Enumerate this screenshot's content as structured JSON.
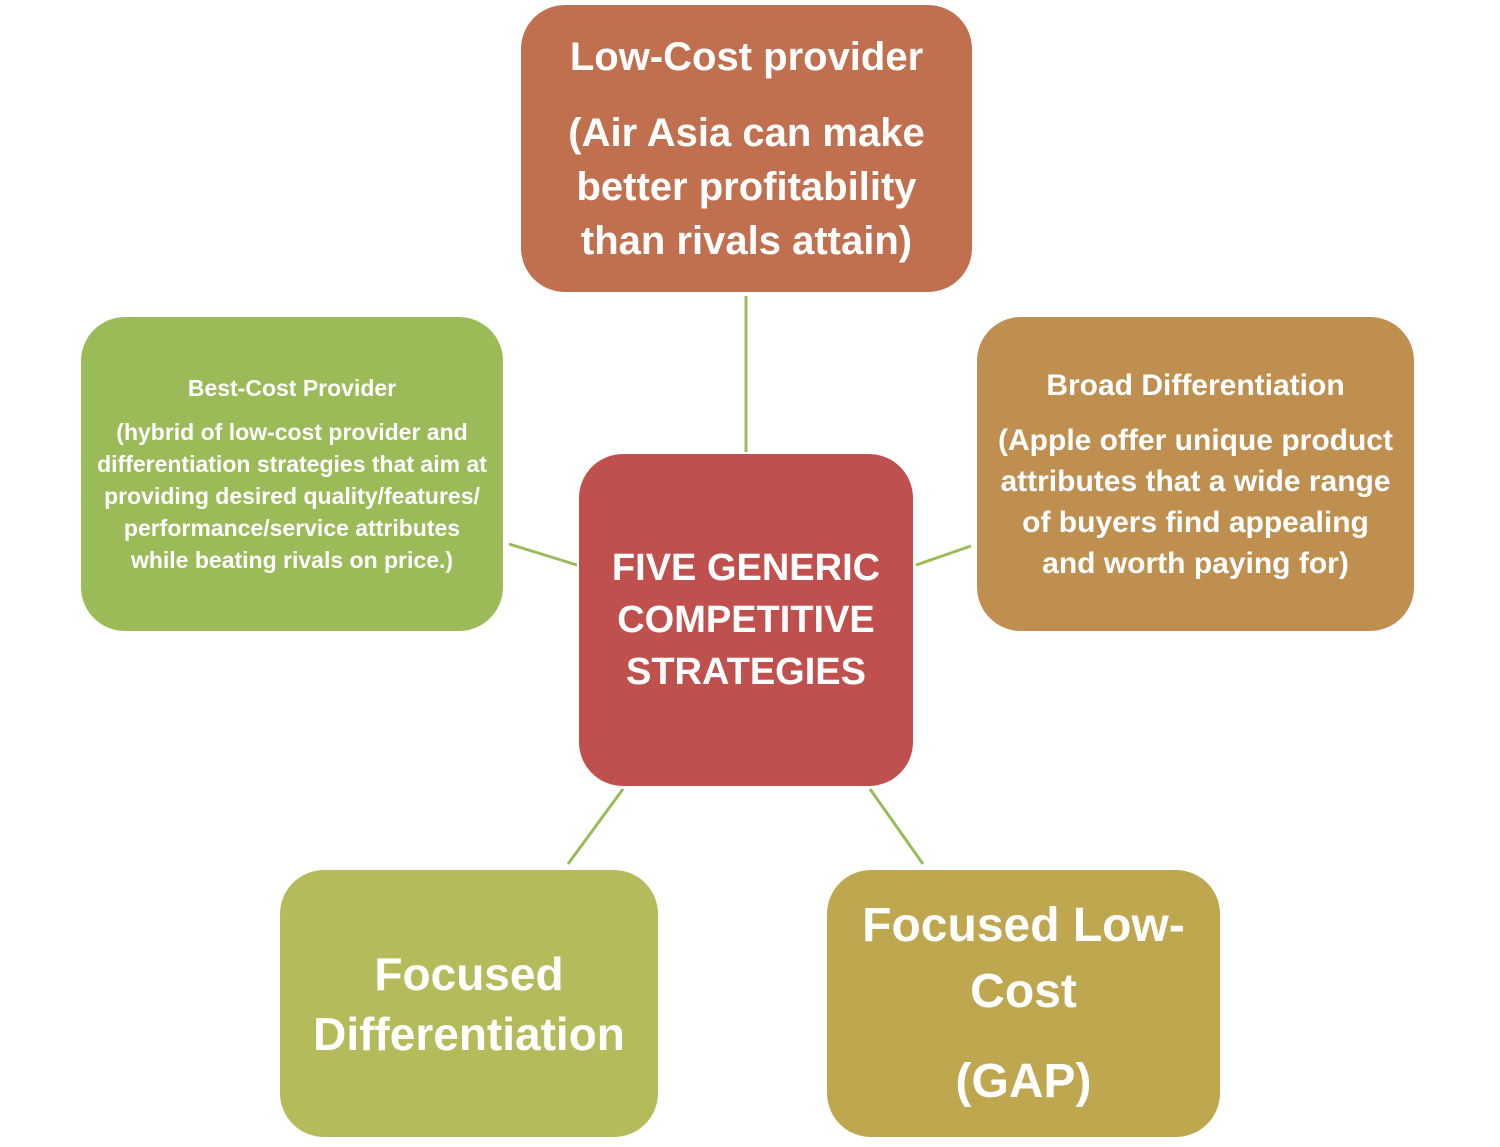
{
  "colors": {
    "connector": "#9bbb59",
    "center": "#c0504d",
    "low_cost": "#c0704e",
    "best_cost": "#9bbb59",
    "broad_diff": "#bf8f50",
    "focused_diff": "#b5bb5a",
    "focused_low_cost": "#bfa74f"
  },
  "center": {
    "lines": [
      "FIVE GENERIC",
      "COMPETITIVE",
      "STRATEGIES"
    ]
  },
  "low_cost_provider": {
    "title": "Low-Cost provider",
    "description": "(Air Asia can make better profitability than rivals attain)"
  },
  "best_cost_provider": {
    "title": "Best-Cost Provider",
    "description": "(hybrid of low-cost provider and differentiation strategies that aim at providing desired quality/features/ performance/service attributes while beating rivals on price.)"
  },
  "broad_differentiation": {
    "title": "Broad Differentiation",
    "description": "(Apple offer unique product attributes that a wide range of buyers find appealing and worth paying for)"
  },
  "focused_differentiation": {
    "title": "Focused Differentiation"
  },
  "focused_low_cost": {
    "title": "Focused Low-Cost",
    "subtitle": "(GAP)"
  }
}
